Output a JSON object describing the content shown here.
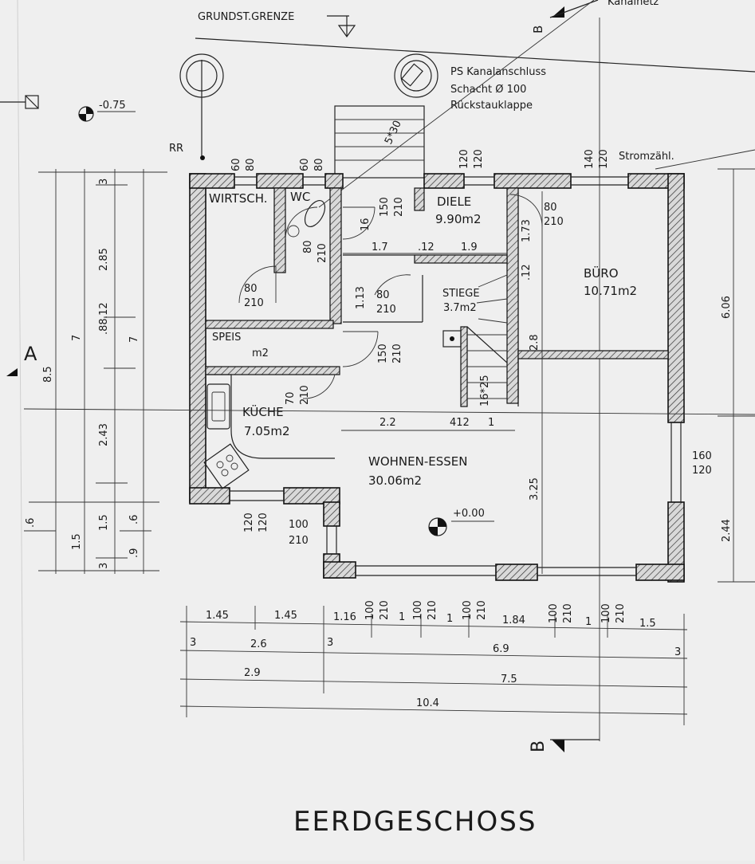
{
  "title": "EERDGESCHOSS",
  "top_labels": {
    "grundst": "GRUNDST.GRENZE",
    "kanalnetz": "Kanalnetz",
    "ps1": "PS Kanalanschluss",
    "ps2": "Schacht Ø 100",
    "ps3": "Rückstauklappe",
    "level": "-0.75",
    "rr": "RR",
    "strom": "Stromzähl."
  },
  "rooms": {
    "wirtsch": "WIRTSCH.",
    "wc": "WC",
    "diele": "DIELE",
    "diele_area": "9.90m2",
    "buero": "BÜRO",
    "buero_area": "10.71m2",
    "stiege": "STIEGE",
    "stiege_area": "3.7m2",
    "speis": "SPEIS",
    "speis_area": "m2",
    "kueche": "KÜCHE",
    "kueche_area": "7.05m2",
    "wohnen": "WOHNEN-ESSEN",
    "wohnen_area": "30.06m2",
    "level0": "+0.00",
    "stair_rise": "16*25",
    "section_a": "A",
    "section_b": "B"
  },
  "dims": {
    "d60": "60",
    "d80": "80",
    "d60b": "60",
    "d80b": "80",
    "d120a": "120",
    "d120b": "120",
    "d140": "140",
    "d120c": "120",
    "d150a": "150",
    "d210a": "210",
    "d16": "16",
    "d80c": "80",
    "d210c": "210",
    "d1_73": "1.73",
    "d1_7": "1.7",
    "d12a": ".12",
    "d1_9": "1.9",
    "d12b": ".12",
    "d80w": "80",
    "d210w": "210",
    "d80wc": "80",
    "d210wc": "210",
    "d1_13": "1.13",
    "d80s": "80",
    "d210s": "210",
    "d150b": "150",
    "d210b": "210",
    "d2_8": "2.8",
    "d70": "70",
    "d210k": "210",
    "d2_2": "2.2",
    "d412": "412",
    "d1": "1",
    "d3_25": "3.25",
    "d160": "160",
    "d120d": "120",
    "d120e": "120",
    "d120f": "120",
    "d100a": "100",
    "d210d": "210",
    "l1_3": "3",
    "l2_85": "2.85",
    "l7": "7",
    "l8_5": "8.5",
    "l88": ".88",
    "l12": ".12",
    "l7b": "7",
    "l2_43": "2.43",
    "l_6a": ".6",
    "l1_5a": "1.5",
    "l1_5b": "1.5",
    "l_6b": ".6",
    "l3b": "3",
    "l_9": ".9",
    "r6_06": "6.06",
    "r2_44": "2.44",
    "b1_45a": "1.45",
    "b1_45b": "1.45",
    "b1_16": "1.16",
    "b100a": "100",
    "b210a": "210",
    "b1a": "1",
    "b100b": "100",
    "b210b": "210",
    "b1b": "1",
    "b100c": "100",
    "b210c": "210",
    "b1_84": "1.84",
    "b100d": "100",
    "b210e": "210",
    "b1c": "1",
    "b100e": "100",
    "b210f": "210",
    "b1_5": "1.5",
    "b3a": "3",
    "b2_6": "2.6",
    "b3b": "3",
    "b6_9": "6.9",
    "b3c": "3",
    "b2_9": "2.9",
    "b7_5": "7.5",
    "b10_4": "10.4"
  }
}
